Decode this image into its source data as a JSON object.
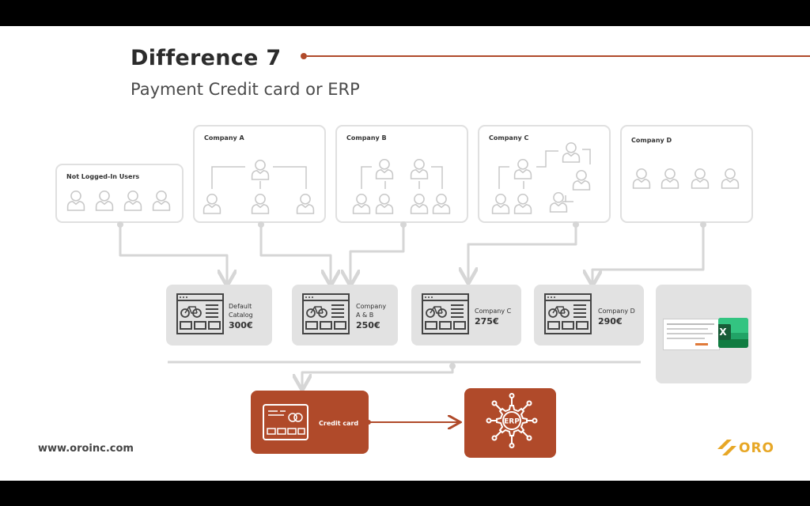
{
  "title": "Difference 7",
  "subtitle": "Payment Credit card or ERP",
  "groups": [
    {
      "label": "Not Logged-In Users"
    },
    {
      "label": "Company A"
    },
    {
      "label": "Company B"
    },
    {
      "label": "Company C"
    },
    {
      "label": "Company D"
    }
  ],
  "catalogs": [
    {
      "line1": "Default",
      "line2": "Catalog",
      "price": "300€"
    },
    {
      "line1": "Company",
      "line2": "A & B",
      "price": "250€"
    },
    {
      "line1": "Company C",
      "line2": "",
      "price": "275€"
    },
    {
      "line1": "Company D",
      "line2": "",
      "price": "290€"
    }
  ],
  "payment": {
    "credit_card_label": "Credit card",
    "erp_label": "ERP",
    "excel_letter": "X"
  },
  "footer": {
    "website": "www.oroinc.com",
    "logo": "ORO"
  },
  "colors": {
    "accent": "#b04a2a",
    "box_border": "#e0e0e0",
    "card_bg": "#e2e2e2",
    "logo": "#e7a726"
  }
}
